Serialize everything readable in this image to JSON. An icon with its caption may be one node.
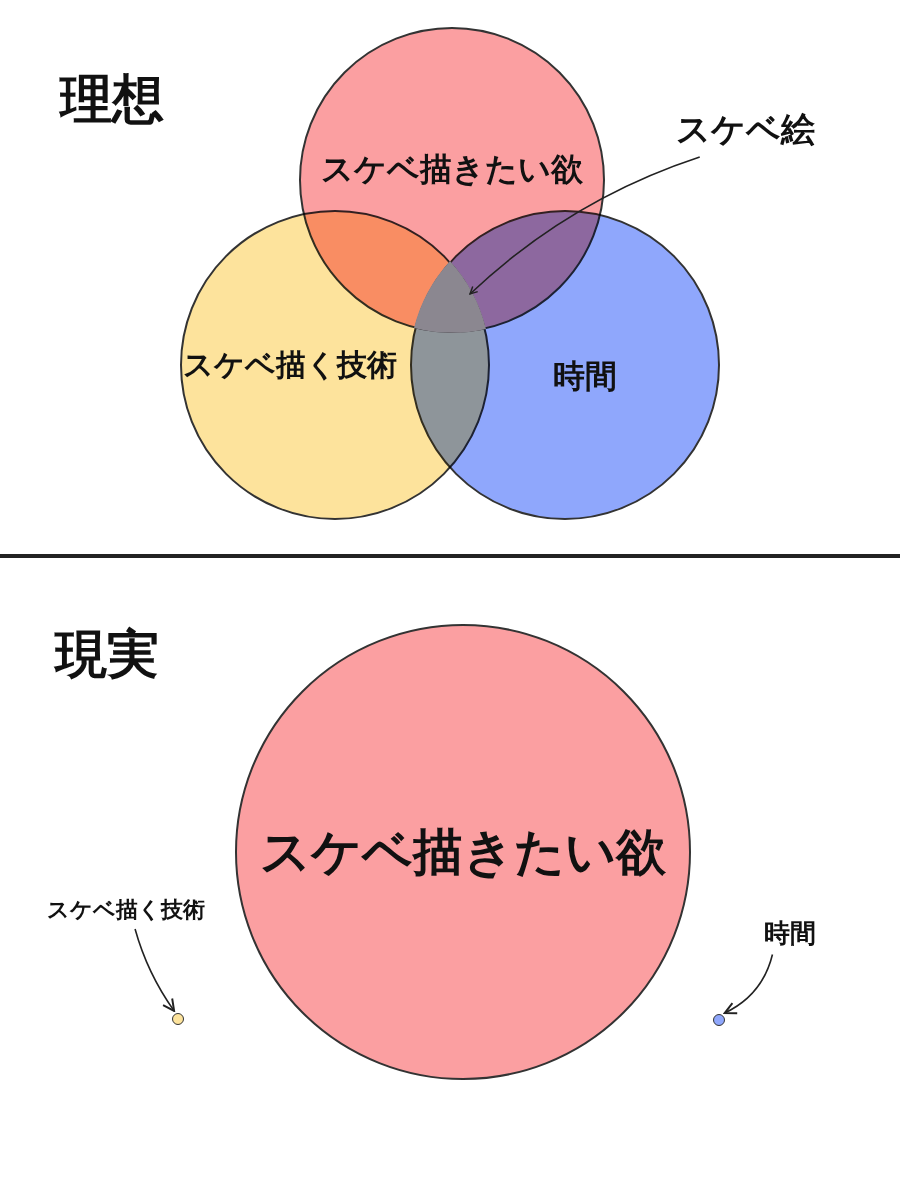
{
  "diagram": {
    "nodes": [
      {
        "text": [
          "スケベ描きたい欲"
        ]
      },
      {
        "text": [
          "スケベ描く技術"
        ]
      },
      {
        "text": [
          "時間"
        ]
      },
      {
        "text": [
          "スケベ絵"
        ]
      },
      {
        "text": [
          "スケベ描きたい欲"
        ]
      },
      {
        "text": [
          "スケベ描く技術"
        ]
      },
      {
        "text": [],
        "shape": "circle"
      },
      {
        "text": [
          "時間"
        ]
      },
      {
        "text": [],
        "shape": "circle"
      },
      {
        "text": [],
        "shape": "region"
      }
    ],
    "edges": [
      {
        "from": 3,
        "to": 9,
        "arrow": "to"
      },
      {
        "from": 5,
        "to": 6,
        "arrow": "to"
      },
      {
        "from": 7,
        "to": 8,
        "arrow": "to"
      }
    ],
    "labels": [
      "理想",
      "現実"
    ]
  }
}
